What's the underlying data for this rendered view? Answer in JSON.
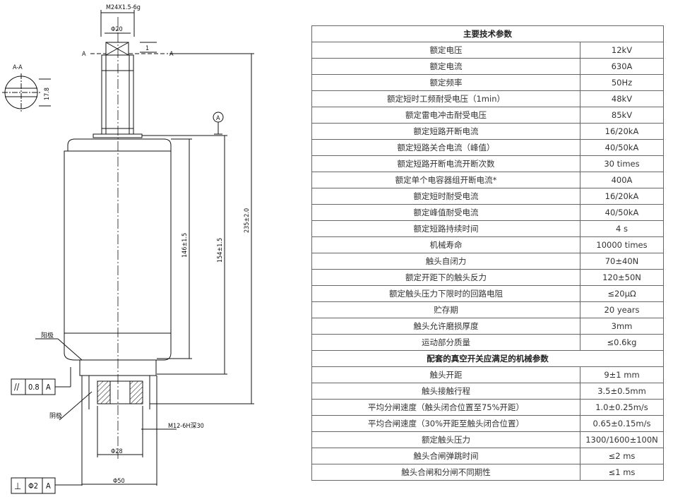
{
  "drawing": {
    "thread_top": "M24X1.5-6g",
    "dia_top": "Φ20",
    "section_a_left": "A",
    "section_a_right": "A",
    "section_label": "A-A",
    "flat_dim": "17.8",
    "gap_dim": "1",
    "datum_a": "A",
    "height_146": "146±1.5",
    "height_154": "154±1.5",
    "height_235": "235±2.0",
    "label_upper_left": "阳极",
    "label_lower_left": "阴极",
    "parallel_symbol": "//",
    "parallel_tol": "0.8",
    "parallel_datum": "A",
    "thread_bottom": "M12-6H深30",
    "dia_bottom_inner": "Φ28",
    "dia_bottom_outer": "Φ50",
    "perp_symbol": "⊥",
    "perp_tol": "Φ2",
    "perp_datum": "A"
  },
  "table": {
    "section1": "主要技术参数",
    "rows1": [
      {
        "name": "额定电压",
        "value": "12kV"
      },
      {
        "name": "额定电流",
        "value": "630A"
      },
      {
        "name": "额定频率",
        "value": "50Hz"
      },
      {
        "name": "额定短时工频耐受电压（1min）",
        "value": "48kV"
      },
      {
        "name": "额定雷电冲击耐受电压",
        "value": "85kV"
      },
      {
        "name": "额定短路开断电流",
        "value": "16/20kA"
      },
      {
        "name": "额定短路关合电流（峰值）",
        "value": "40/50kA"
      },
      {
        "name": "额定短路开断电流开断次数",
        "value": "30 times"
      },
      {
        "name": "额定单个电容器组开断电流*",
        "value": "400A"
      },
      {
        "name": "额定短时耐受电流",
        "value": "16/20kA"
      },
      {
        "name": "额定峰值耐受电流",
        "value": "40/50kA"
      },
      {
        "name": "额定短路持续时间",
        "value": "4 s"
      },
      {
        "name": "机械寿命",
        "value": "10000 times"
      },
      {
        "name": "触头自闭力",
        "value": "70±40N"
      },
      {
        "name": "额定开距下的触头反力",
        "value": "120±50N"
      },
      {
        "name": "额定触头压力下限时的回路电阻",
        "value": "≤20μΩ"
      },
      {
        "name": "贮存期",
        "value": "20 years"
      },
      {
        "name": "触头允许磨损厚度",
        "value": "3mm"
      },
      {
        "name": "运动部分质量",
        "value": "≤0.6kg"
      }
    ],
    "section2": "配套的真空开关应满足的机械参数",
    "rows2": [
      {
        "name": "触头开距",
        "value": "9±1 mm"
      },
      {
        "name": "触头接触行程",
        "value": "3.5±0.5mm"
      },
      {
        "name": "平均分闸速度（触头闭合位置至75%开距）",
        "value": "1.0±0.25m/s"
      },
      {
        "name": "平均合闸速度（30%开距至触头闭合位置）",
        "value": "0.65±0.15m/s"
      },
      {
        "name": "额定触头压力",
        "value": "1300/1600±100N"
      },
      {
        "name": "触头合闸弹跳时间",
        "value": "≤2 ms"
      },
      {
        "name": "触头合闸和分闸不同期性",
        "value": "≤1 ms"
      }
    ]
  }
}
